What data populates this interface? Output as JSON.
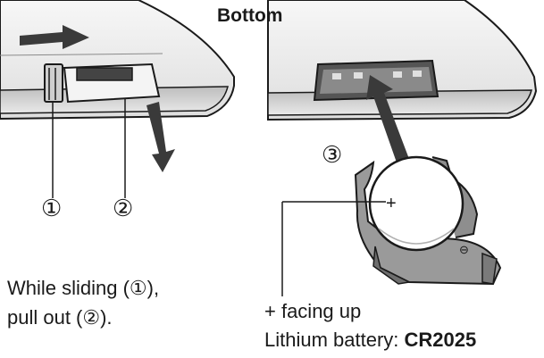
{
  "diagram": {
    "title": "Bottom",
    "callout_1": "①",
    "callout_2": "②",
    "callout_3": "③",
    "instruction_line1": "While sliding (①),",
    "instruction_line2": "pull out (②).",
    "facing_note": "+ facing up",
    "battery_label": "Lithium battery: ",
    "battery_model": "CR2025",
    "holder_plus_mark": "+",
    "holder_minus_mark": "⊖"
  },
  "colors": {
    "body": "#f2f2f2",
    "body_shade": "#d9d9d9",
    "outline": "#1a1a1a",
    "holder": "#9a9a9a",
    "holder_dark": "#6e6e6e",
    "arrow": "#3a3a3a"
  }
}
